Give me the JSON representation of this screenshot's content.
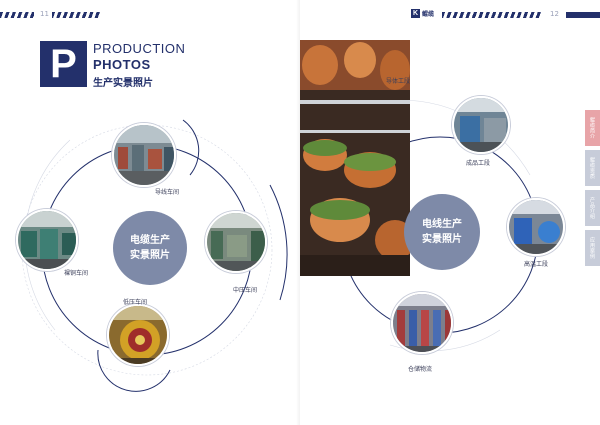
{
  "left_page": {
    "page_number": "11",
    "badge_letter": "P",
    "title_en_line1": "PRODUCTION",
    "title_en_line2": "PHOTOS",
    "title_cn": "生产实景照片",
    "center_lines": [
      "电缆生产",
      "实景照片"
    ],
    "captions": {
      "top": "导线车间",
      "left": "裸铜车间",
      "right": "中压车间",
      "bottom": "低压车间"
    }
  },
  "right_page": {
    "page_number": "12",
    "logo_text": "鲲缆",
    "center_lines": [
      "电线生产",
      "实景照片"
    ],
    "captions": {
      "conductor": "导体工段",
      "finished": "成品工段",
      "hightemp": "高温工段",
      "warehouse": "仓储物流"
    },
    "side_tabs": [
      {
        "label": "鲲缆简介",
        "active": true
      },
      {
        "label": "鲲缆资质",
        "active": false
      },
      {
        "label": "产品介绍",
        "active": false
      },
      {
        "label": "应用案例",
        "active": false
      }
    ]
  },
  "colors": {
    "navy": "#23306b",
    "center_disc": "#7e8aa8",
    "tab_active": "#e8a4a8",
    "tab_inactive": "#c7ccd9",
    "copper": "#c8743a"
  }
}
